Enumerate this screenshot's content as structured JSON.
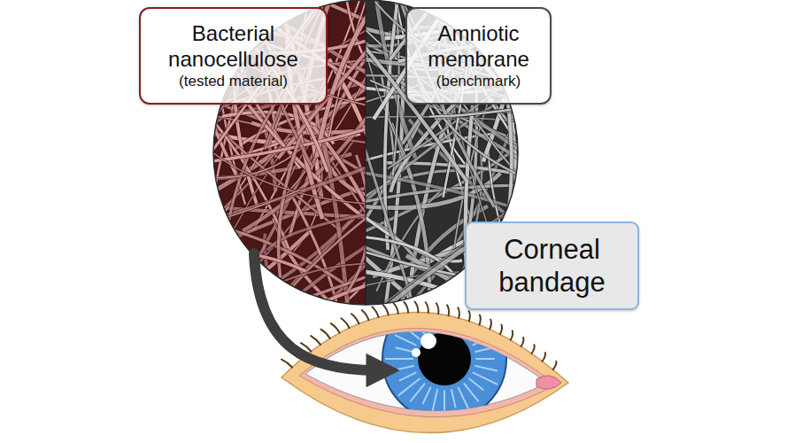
{
  "diagram": {
    "nodes": [
      {
        "text": [
          "Bacterial nanocellulose",
          "(tested material)"
        ]
      },
      {
        "text": [
          "Amniotic membrane",
          "(benchmark)"
        ]
      },
      {
        "text": [
          "Corneal bandage"
        ]
      }
    ]
  }
}
